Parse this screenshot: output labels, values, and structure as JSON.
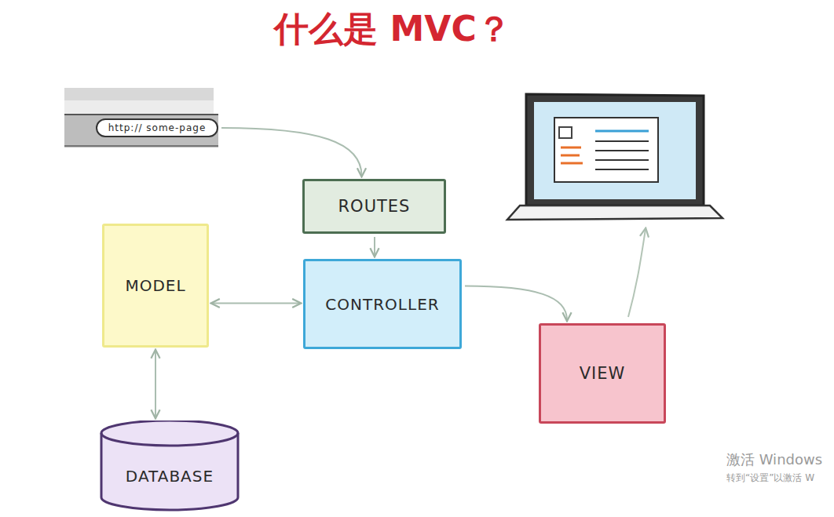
{
  "diagram": {
    "title": "什么是 MVC？",
    "nodes": [
      {
        "text": [
          "http:// some-page"
        ]
      },
      {
        "text": [
          "ROUTES"
        ]
      },
      {
        "text": [
          "MODEL"
        ]
      },
      {
        "text": [
          "CONTROLLER"
        ]
      },
      {
        "text": [
          "VIEW"
        ]
      },
      {
        "text": [
          "DATABASE"
        ]
      }
    ],
    "edges": [
      {
        "from": 0,
        "to": 1,
        "arrow": "to"
      },
      {
        "from": 1,
        "to": 3,
        "arrow": "to"
      },
      {
        "from": 2,
        "to": 3,
        "arrow": "both"
      },
      {
        "from": 2,
        "to": 5,
        "arrow": "both"
      },
      {
        "from": 3,
        "to": 4,
        "arrow": "to"
      }
    ],
    "labels": [
      "激活 Windows",
      "转到“设置”以激活 W"
    ]
  }
}
